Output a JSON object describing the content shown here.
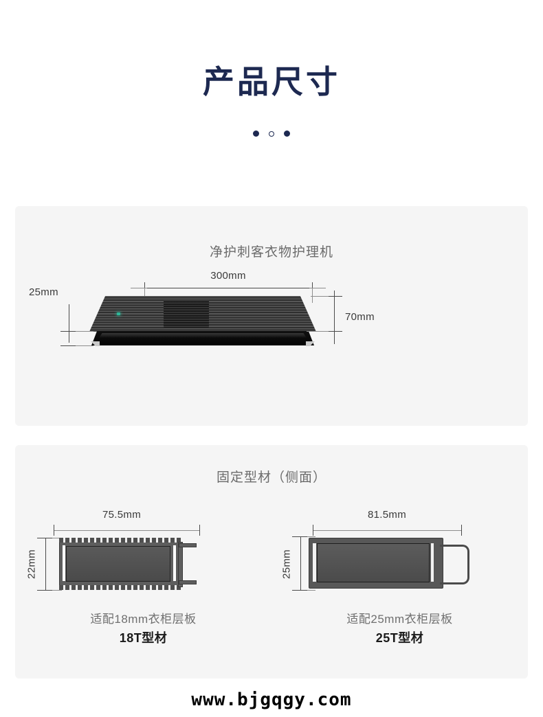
{
  "header": {
    "title": "产品尺寸",
    "dots": [
      "solid",
      "hollow",
      "solid"
    ]
  },
  "sections": [
    {
      "id": "device",
      "title": "净护刺客衣物护理机",
      "dimensions": {
        "width": "300mm",
        "base_height": "25mm",
        "body_height": "70mm"
      }
    },
    {
      "id": "profiles",
      "title": "固定型材（侧面）",
      "items": [
        {
          "width": "75.5mm",
          "height": "22mm",
          "subtitle": "适配18mm衣柜层板",
          "name": "18T型材"
        },
        {
          "width": "81.5mm",
          "height": "25mm",
          "subtitle": "适配25mm衣柜层板",
          "name": "25T型材"
        }
      ]
    }
  ],
  "watermark": "www.bjgqgy.com",
  "colors": {
    "title": "#1d2951",
    "card_bg": "#f5f5f5",
    "page_bg": "#ffffff",
    "led": "#2fb89a",
    "caption_gray": "#6f6f6f"
  }
}
